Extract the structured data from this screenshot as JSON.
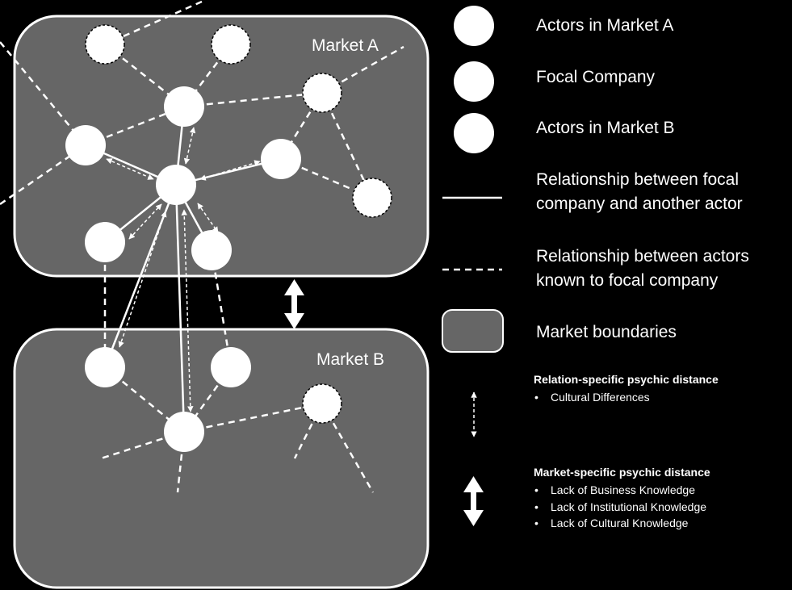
{
  "markets": {
    "a_label": "Market A",
    "b_label": "Market B"
  },
  "legend": {
    "actors_a": "Actors in Market A",
    "focal_company": "Focal Company",
    "actors_b": "Actors in Market B",
    "rel_focal_line1": "Relationship between focal",
    "rel_focal_line2": "company and another actor",
    "rel_actors_line1": "Relationship between actors",
    "rel_actors_line2": "known to focal company",
    "market_boundaries": "Market boundaries"
  },
  "relation_psychic": {
    "heading": "Relation-specific psychic distance",
    "items": [
      "Cultural Differences"
    ]
  },
  "market_psychic": {
    "heading": "Market-specific psychic distance",
    "items": [
      "Lack of Business Knowledge",
      "Lack of Institutional Knowledge",
      "Lack of Cultural Knowledge"
    ]
  },
  "colors": {
    "background": "#000000",
    "market_fill": "#666666",
    "stroke": "#ffffff",
    "node_fill": "#ffffff"
  }
}
